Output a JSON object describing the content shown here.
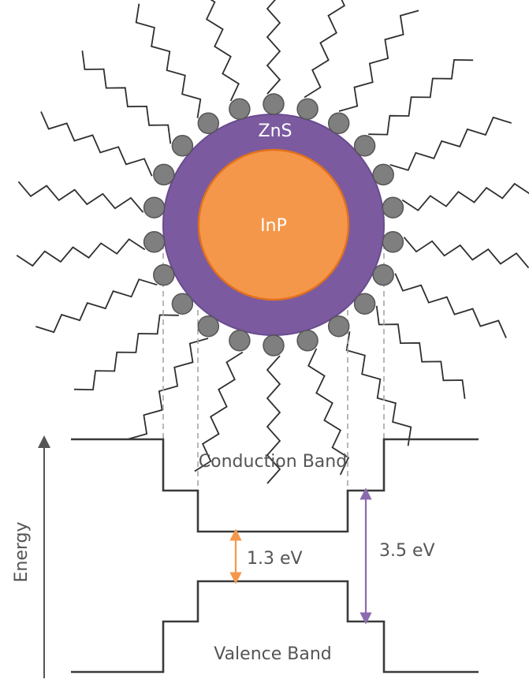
{
  "labels": {
    "shell": "ZnS",
    "core": "InP",
    "conduction_band": "Conduction Band",
    "valence_band": "Valence Band",
    "core_gap": "1.3 eV",
    "shell_gap": "3.5 eV",
    "energy_axis": "Energy"
  },
  "colors": {
    "shell": "#7b5aa0",
    "shell_stroke": "#6a4b8f",
    "core": "#f5974a",
    "core_stroke": "#e2711d",
    "ligand_head": "#7f7f7f",
    "line": "#3a3a3a",
    "dashed": "#a6a6a6",
    "core_gap_arrow": "#f5974a",
    "shell_gap_arrow": "#8a6bb0"
  }
}
